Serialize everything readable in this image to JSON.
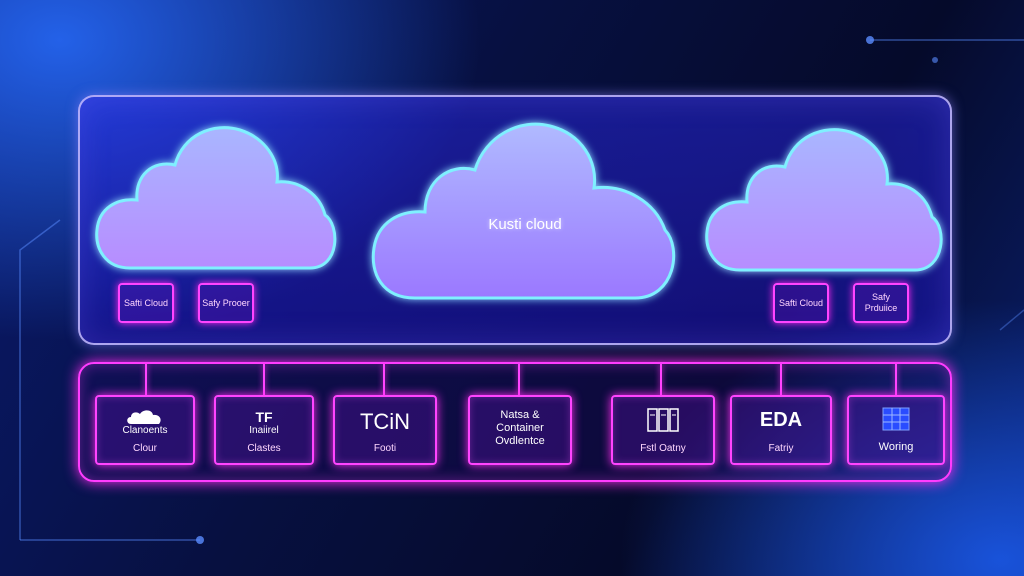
{
  "diagram": {
    "center_cloud_label": "Kusti cloud",
    "left_tags": [
      "Safti Cloud",
      "Safy Prooer"
    ],
    "right_tags": [
      "Safti Cloud",
      "Safy Prduiice"
    ],
    "boxes": [
      {
        "icon": "Clanoents",
        "label": "Clour"
      },
      {
        "icon": "Inaiirel",
        "label": "Clastes"
      },
      {
        "icon": "TCiN",
        "label": "Footi"
      },
      {
        "icon": "",
        "label": "Natsa & Container Ovdlentce"
      },
      {
        "icon": "",
        "label": "Fstl Oatny"
      },
      {
        "icon": "EDA",
        "label": "Fatriy"
      },
      {
        "icon": "",
        "label": "Woring"
      }
    ],
    "colors": {
      "panel_border": "#c8beff",
      "neon_magenta": "#ff44ff",
      "cloud_glow": "#7ff0ff"
    }
  }
}
